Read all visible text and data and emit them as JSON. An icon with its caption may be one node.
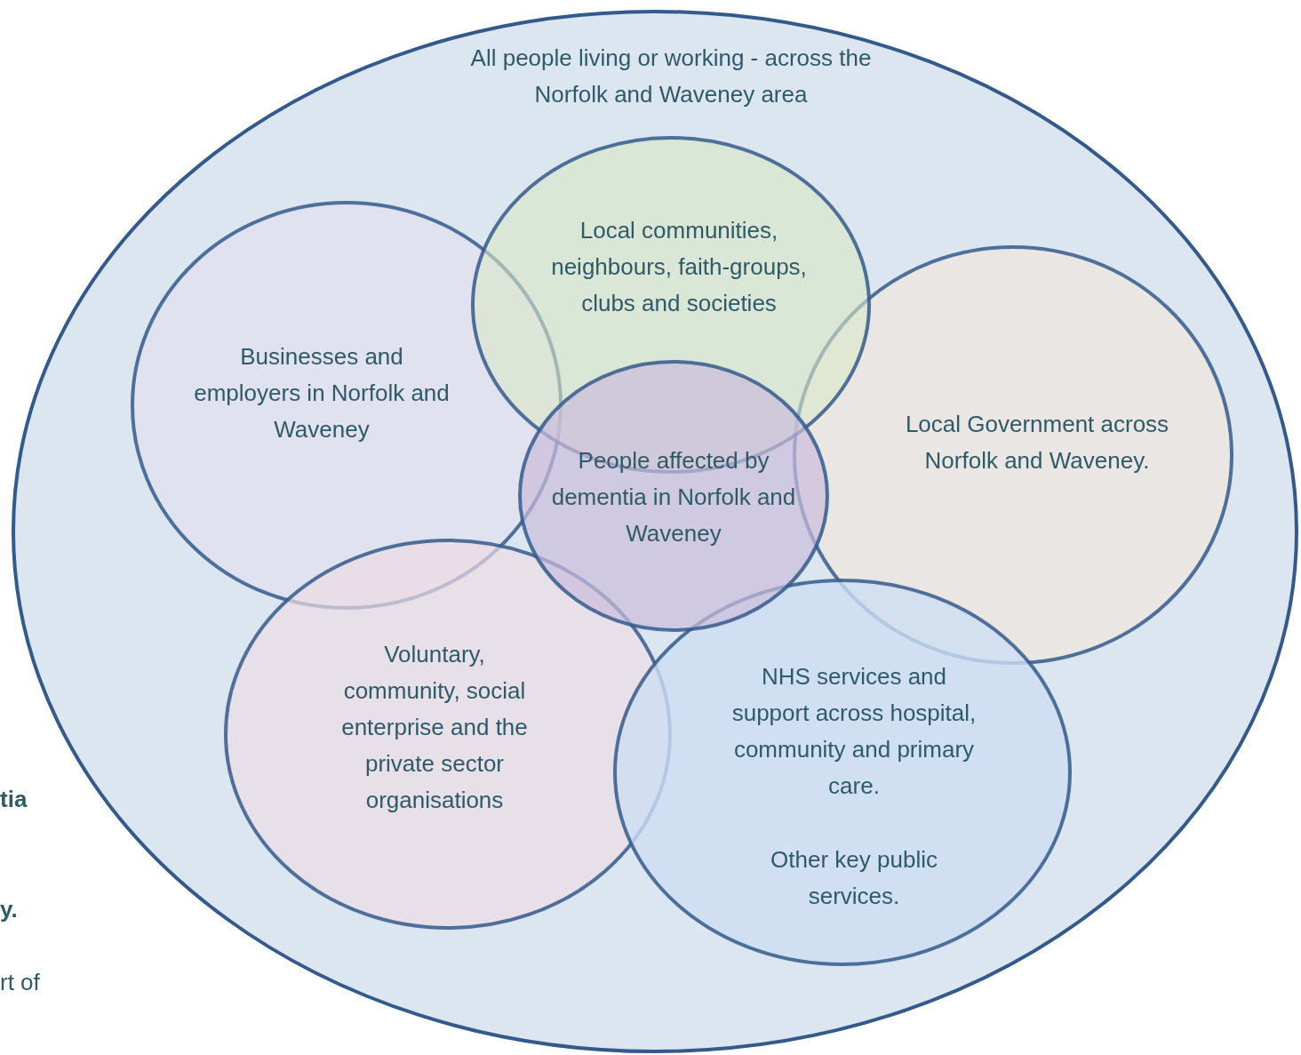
{
  "diagram": {
    "nodes": [
      {
        "text": [
          "All people living or working - across the Norfolk and Waveney area"
        ]
      },
      {
        "text": [
          "Local communities, neighbours, faith-groups, clubs and societies"
        ],
        "in": 0
      },
      {
        "text": [
          "Businesses and employers in Norfolk and Waveney"
        ],
        "in": 0
      },
      {
        "text": [
          "Local Government across Norfolk and Waveney."
        ],
        "in": 0
      },
      {
        "text": [
          "People affected by dementia in Norfolk and Waveney"
        ],
        "in": 0
      },
      {
        "text": [
          "Voluntary, community, social enterprise and the private sector organisations"
        ],
        "in": 0
      },
      {
        "text": [
          "NHS services and support across hospital, community and primary care.",
          "Other key public services."
        ],
        "in": 0
      }
    ],
    "labels": [
      "tia",
      "y.",
      "rt of"
    ]
  }
}
